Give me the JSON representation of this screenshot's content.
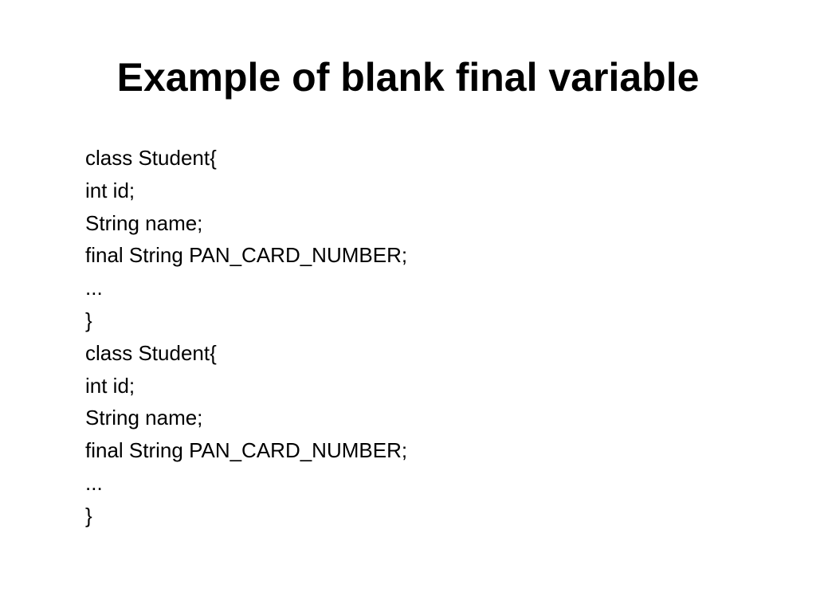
{
  "slide": {
    "title": "Example of blank final variable",
    "lines": [
      "class Student{",
      "int id;",
      "String name;",
      "final String PAN_CARD_NUMBER;",
      "...",
      "}",
      "class Student{",
      "int id;",
      "String name;",
      "final String PAN_CARD_NUMBER;",
      "...",
      "}"
    ]
  }
}
